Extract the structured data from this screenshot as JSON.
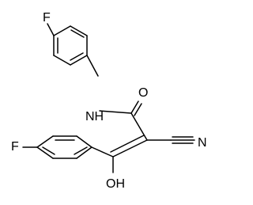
{
  "atoms": {
    "f_top": "F",
    "nh": "NH",
    "o": "O",
    "n": "N",
    "f_left": "F",
    "oh": "OH"
  }
}
